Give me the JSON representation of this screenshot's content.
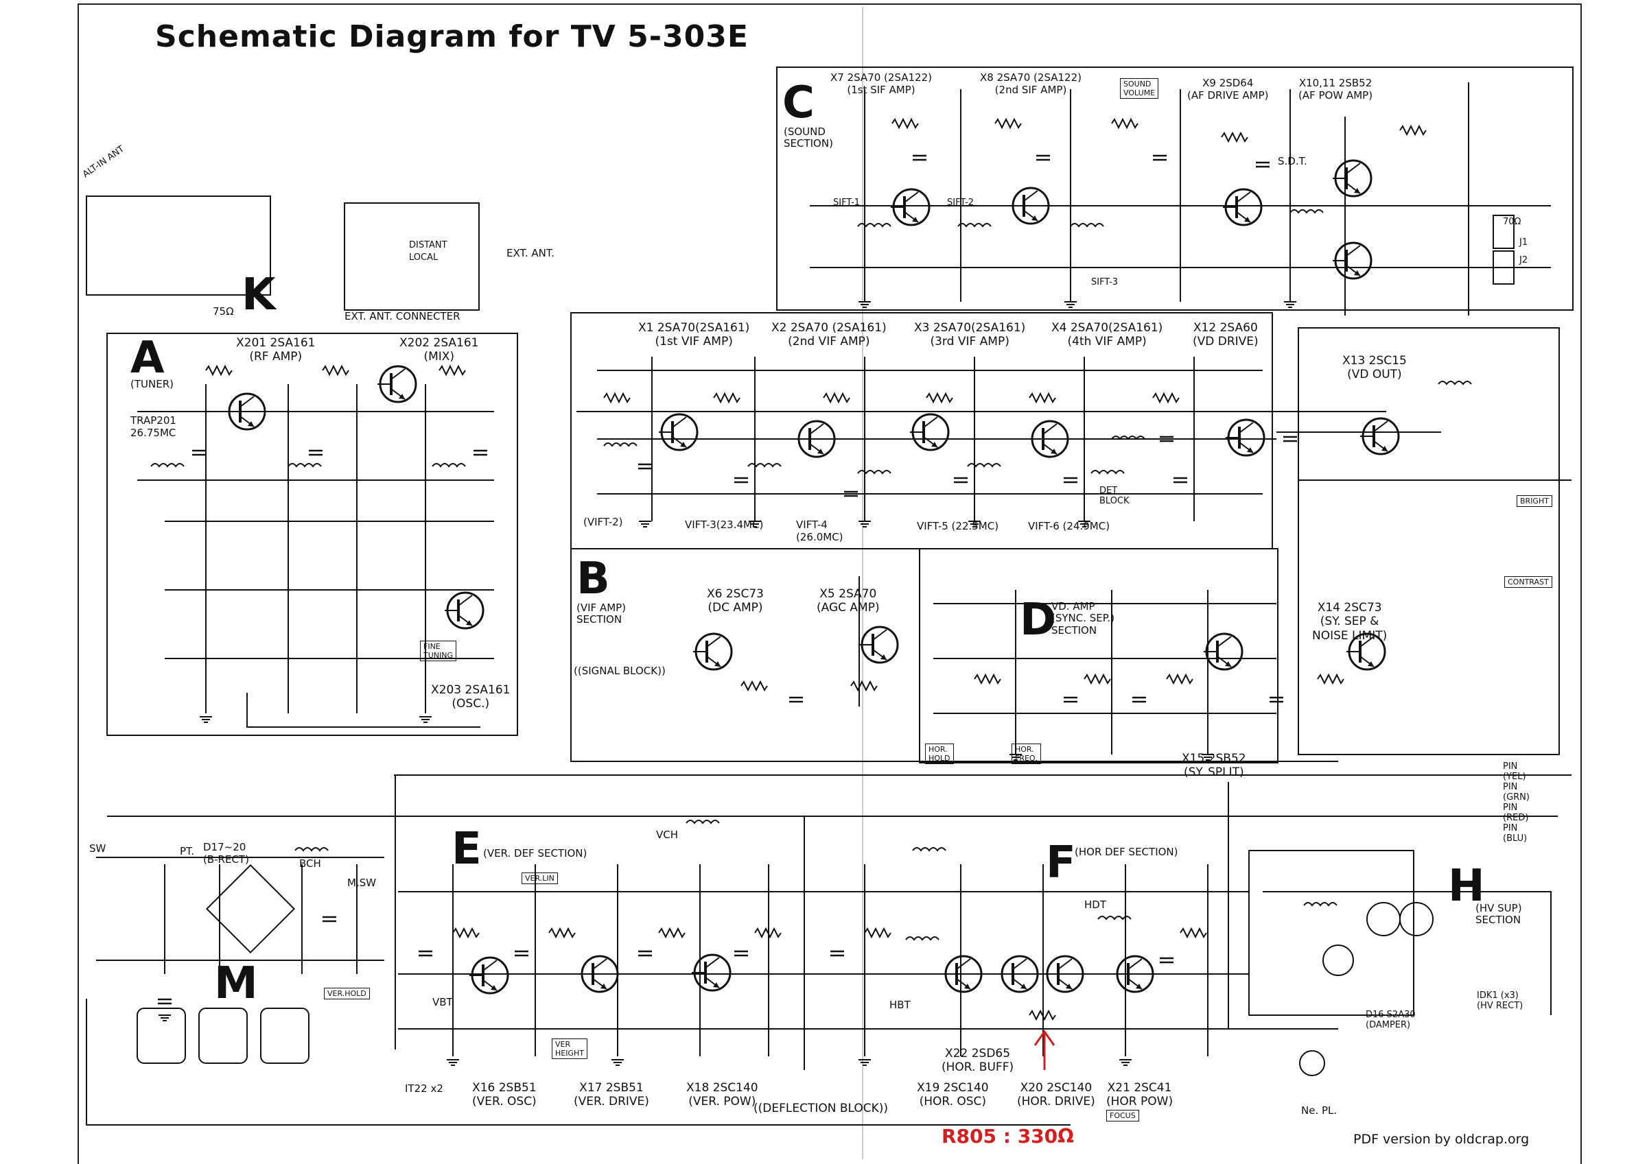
{
  "title": "Schematic Diagram for TV 5-303E",
  "sections": {
    "A": {
      "letter": "A",
      "label": "(TUNER)"
    },
    "B": {
      "letter": "B",
      "label": "(VIF AMP)\nSECTION",
      "sub": "((SIGNAL BLOCK))"
    },
    "C": {
      "letter": "C",
      "label": "(SOUND\nSECTION)"
    },
    "D": {
      "letter": "D",
      "label": "VD. AMP\n(SYNC. SEP.)\nSECTION"
    },
    "E": {
      "letter": "E",
      "label": "(VER. DEF SECTION)"
    },
    "F": {
      "letter": "F",
      "label": "(HOR DEF SECTION)"
    },
    "H": {
      "letter": "H",
      "label": "(HV SUP)\nSECTION"
    },
    "K": {
      "letter": "K",
      "label": "75Ω"
    },
    "M": {
      "letter": "M",
      "label": ""
    }
  },
  "transistors": [
    {
      "id": "x201",
      "text": "X201 2SA161\n(RF AMP)"
    },
    {
      "id": "x202",
      "text": "X202 2SA161\n(MIX)"
    },
    {
      "id": "x203",
      "text": "X203 2SA161\n(OSC.)"
    },
    {
      "id": "x1",
      "text": "X1 2SA70(2SA161)\n(1st VIF AMP)"
    },
    {
      "id": "x2",
      "text": "X2 2SA70 (2SA161)\n(2nd VIF AMP)"
    },
    {
      "id": "x3",
      "text": "X3 2SA70(2SA161)\n(3rd VIF AMP)"
    },
    {
      "id": "x4",
      "text": "X4 2SA70(2SA161)\n(4th VIF AMP)"
    },
    {
      "id": "x12",
      "text": "X12 2SA60\n(VD DRIVE)"
    },
    {
      "id": "x13",
      "text": "X13 2SC15\n(VD OUT)"
    },
    {
      "id": "x7",
      "text": "X7 2SA70 (2SA122)\n(1st SIF AMP)"
    },
    {
      "id": "x8",
      "text": "X8 2SA70 (2SA122)\n(2nd SIF AMP)"
    },
    {
      "id": "x9",
      "text": "X9 2SD64\n(AF DRIVE AMP)"
    },
    {
      "id": "x1011",
      "text": "X10,11 2SB52\n(AF POW AMP)"
    },
    {
      "id": "x6",
      "text": "X6 2SC73\n(DC AMP)"
    },
    {
      "id": "x5",
      "text": "X5 2SA70\n(AGC AMP)"
    },
    {
      "id": "x14",
      "text": "X14 2SC73\n(SY. SEP &\nNOISE LIMIT)"
    },
    {
      "id": "x15",
      "text": "X15 2SB52\n(SY. SPLIT)"
    },
    {
      "id": "x16",
      "text": "X16 2SB51\n(VER. OSC)"
    },
    {
      "id": "x17",
      "text": "X17 2SB51\n(VER. DRIVE)"
    },
    {
      "id": "x18",
      "text": "X18 2SC140\n(VER. POW)"
    },
    {
      "id": "x19",
      "text": "X19 2SC140\n(HOR. OSC)"
    },
    {
      "id": "x20",
      "text": "X20 2SC140\n(HOR. DRIVE)"
    },
    {
      "id": "x21",
      "text": "X21 2SC41\n(HOR POW)"
    },
    {
      "id": "x22",
      "text": "X22 2SD65\n(HOR. BUFF)"
    }
  ],
  "labels": {
    "ext_ant": "EXT. ANT.",
    "ext_connecter": "EXT. ANT. CONNECTER",
    "distant": "DISTANT",
    "local": "LOCAL",
    "deflection_block": "((DEFLECTION BLOCK))",
    "det_block": "DET\nBLOCK",
    "vift3": "VIFT-3(23.4MC)",
    "vift4": "VIFT-4\n(26.0MC)",
    "vift5": "VIFT-5 (22.5MC)",
    "vift6": "VIFT-6 (24.9MC)",
    "vift2": "(VIFT-2)",
    "trap": "TRAP201\n26.75MC",
    "d1720": "D17~20\n(B-RECT)",
    "pt": "PT.",
    "bch": "BCH",
    "sw": "SW",
    "msw": "M.SW",
    "vch": "VCH",
    "hdt": "HDT",
    "sdt": "S.D.T.",
    "sift1": "SIFT-1",
    "sift2": "SIFT-2",
    "sift3": "SIFT-3",
    "sound_volume": "SOUND\nVOLUME",
    "hor_hold": "HOR.\nHOLD",
    "hor_freq": "HOR.\nFREQ.",
    "ver_hold": "VER.HOLD",
    "ver_lin": "VER.LIN",
    "ver_height": "VER\nHEIGHT",
    "focus": "FOCUS",
    "contrast": "CONTRAST",
    "bright": "BRIGHT",
    "fine_tuning": "FINE\nTUNING",
    "idk1": "IDK1 (x3)\n(HV RECT)",
    "d16": "D16 S2A30\n(DAMPER)",
    "it22x2": "IT22 x2",
    "ne_pl": "Ne. PL.",
    "pins": [
      "PIN\n(YEL)",
      "PIN\n(GRN)",
      "PIN\n(RED)",
      "PIN\n(BLU)"
    ],
    "j1": "J1",
    "j2": "J2",
    "seventy": "70Ω",
    "ant_in": "ALT-IN ANT",
    "vbt": "VBT",
    "hbt": "HBT"
  },
  "annotation": {
    "text": "R805 : 330Ω",
    "color": "#d41f1f"
  },
  "credit": "PDF version by oldcrap.org"
}
